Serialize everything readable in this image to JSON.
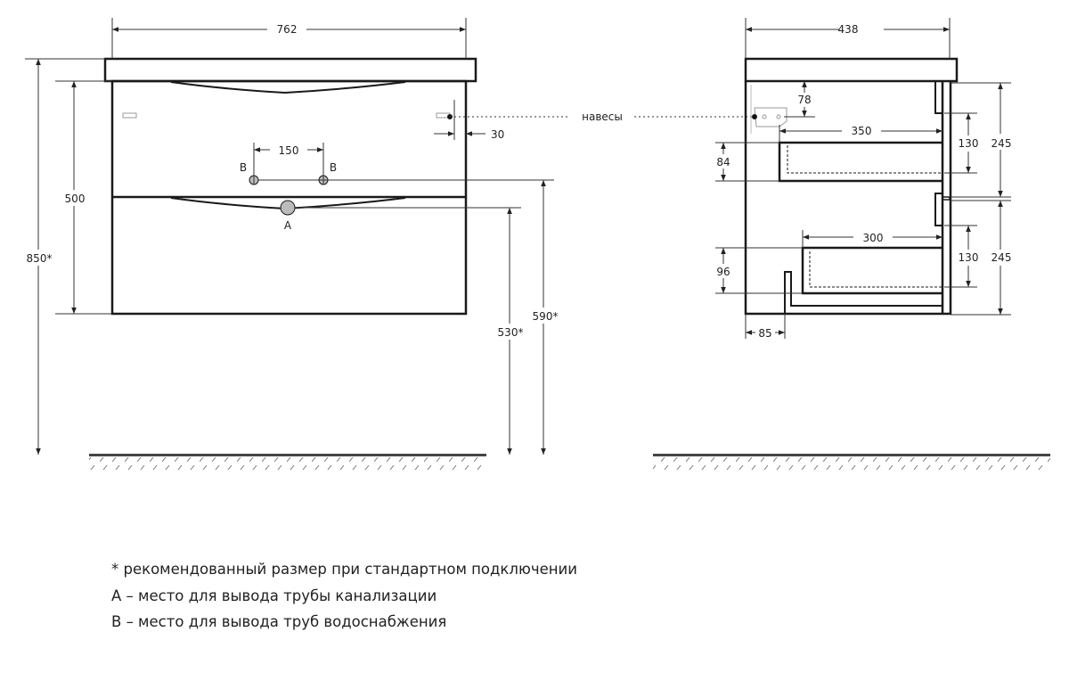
{
  "front_view": {
    "width": "762",
    "height_total": "850*",
    "height_cabinet": "500",
    "hanger_offset": "30",
    "supply_spacing": "150",
    "label_b": "B",
    "label_a": "A",
    "drain_height": "530*",
    "supply_height": "590*",
    "hangers_label": "навесы"
  },
  "side_view": {
    "depth": "438",
    "hanger_depth": "78",
    "upper_drawer_depth": "350",
    "upper_drawer_height": "84",
    "upper_front_inner": "130",
    "upper_front_height": "245",
    "lower_drawer_depth": "300",
    "lower_drawer_height": "96",
    "lower_front_inner": "130",
    "lower_front_height": "245",
    "back_offset": "85"
  },
  "notes": [
    "* рекомендованный размер при стандартном подключении",
    "A – место для вывода трубы канализации",
    "B – место для вывода труб водоснабжения"
  ],
  "colors": {
    "line": "#1a1a1a",
    "dim": "#333333",
    "ground": "#555555"
  }
}
